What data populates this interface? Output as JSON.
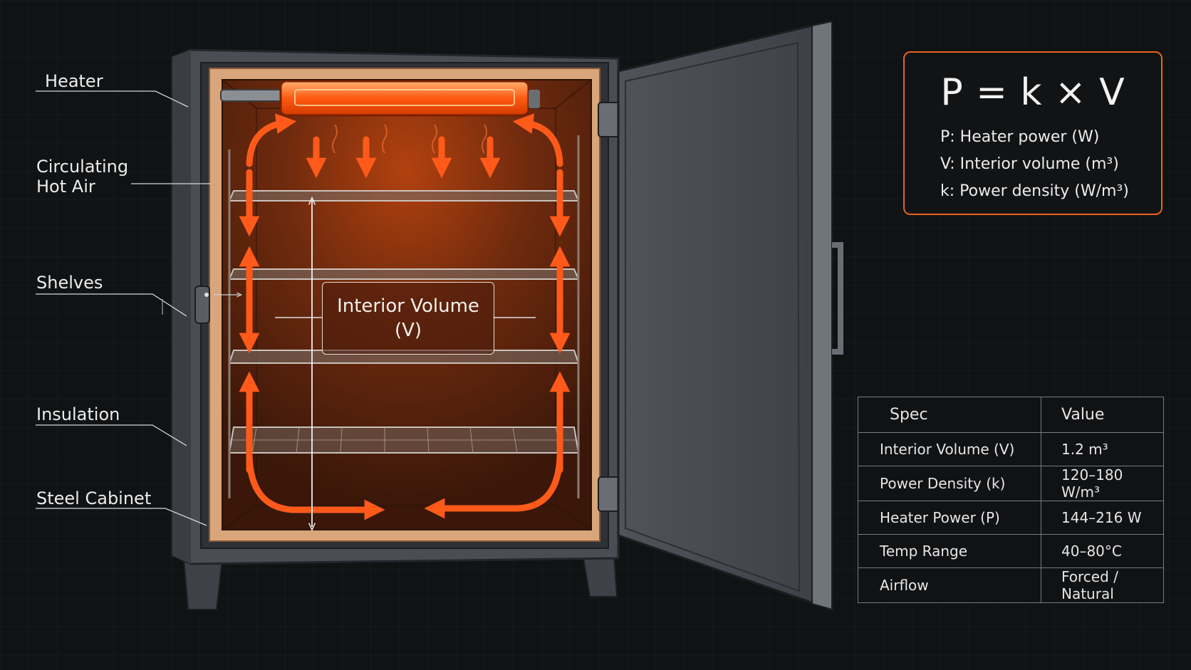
{
  "callouts": [
    {
      "id": "heater",
      "text": "Heater"
    },
    {
      "id": "circulating-hot-air",
      "text": "Circulating\nHot Air"
    },
    {
      "id": "shelves",
      "text": "Shelves"
    },
    {
      "id": "insulation",
      "text": "Insulation"
    },
    {
      "id": "steel-cabinet",
      "text": "Steel Cabinet"
    }
  ],
  "interior_label": "Interior Volume\n(V)",
  "formula": {
    "title": "P = k × V",
    "lines": [
      "P: Heater power (W)",
      "V: Interior volume (m³)",
      "k: Power density (W/m³)"
    ]
  },
  "spec_table": {
    "headers": [
      "Spec",
      "Value"
    ],
    "rows": [
      [
        "Interior Volume (V)",
        "1.2 m³"
      ],
      [
        "Power Density (k)",
        "120–180 W/m³"
      ],
      [
        "Heater Power (P)",
        "144–216 W"
      ],
      [
        "Temp Range",
        "40–80°C"
      ],
      [
        "Airflow",
        "Forced / Natural"
      ]
    ]
  },
  "colors": {
    "accent": "#e8631e",
    "cabinet": "#4a4e54",
    "interior": "#5a230e",
    "insulation": "#d9a57a",
    "airflow_arrow": "#ff5a1a"
  }
}
